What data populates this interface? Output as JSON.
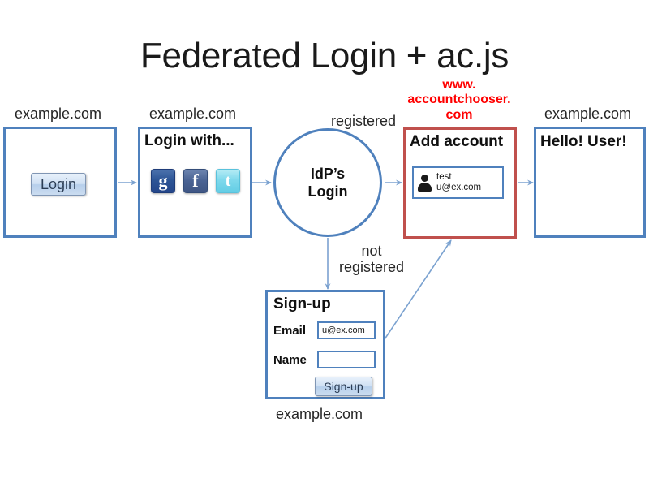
{
  "slide": {
    "title": "Federated Login + ac.js",
    "background": "#ffffff",
    "accent_blue": "#4f81bd",
    "accent_red": "#c0504d",
    "red_text": "#ff0000"
  },
  "steps": {
    "rp_login": {
      "caption": "example.com",
      "button_label": "Login"
    },
    "idp_select": {
      "caption": "example.com",
      "title": "Login with...",
      "providers": [
        {
          "name": "google-icon",
          "glyph": "g"
        },
        {
          "name": "facebook-icon",
          "glyph": "f"
        },
        {
          "name": "twitter-icon",
          "glyph": "t"
        }
      ]
    },
    "idp_login": {
      "line1": "IdP’s",
      "line2": "Login"
    },
    "account_chooser": {
      "site_label": "www.\naccountchooser.\ncom",
      "site_label_lines": [
        "www.",
        "accountchooser.",
        "com"
      ],
      "title": "Add account",
      "account": {
        "icon": "person-icon",
        "name": "test",
        "email": "u@ex.com"
      }
    },
    "welcome": {
      "caption": "example.com",
      "title": "Hello! User!"
    },
    "signup": {
      "title": "Sign-up",
      "caption": "example.com",
      "fields": [
        {
          "label": "Email",
          "value": "u@ex.com"
        },
        {
          "label": "Name",
          "value": ""
        }
      ],
      "button_label": "Sign-up"
    }
  },
  "flow_labels": {
    "registered": "registered",
    "not_registered_line1": "not",
    "not_registered_line2": "registered"
  }
}
